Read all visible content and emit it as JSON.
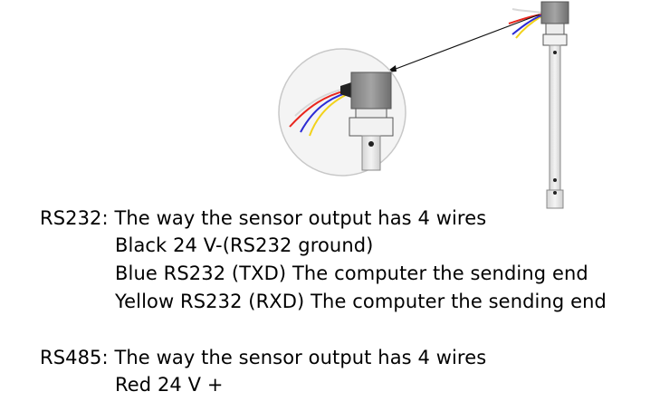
{
  "sections": [
    {
      "label": "RS232:",
      "heading": "The way the sensor output has 4 wires",
      "wires": [
        "Black 24 V-(RS232 ground)",
        "Blue RS232 (TXD) The computer the sending end",
        "Yellow RS232 (RXD) The computer the sending end"
      ]
    },
    {
      "label": "RS485:",
      "heading": "The way the sensor output has 4 wires",
      "wires": [
        "Red 24 V +"
      ]
    }
  ],
  "colors": {
    "wire_red": "#e8251d",
    "wire_blue": "#2b2bd6",
    "wire_yellow": "#f2d21b",
    "wire_white": "#d8d8d8",
    "housing": "#8c8c8c",
    "rod": "#e8e8e8",
    "circle_fill": "#f4f4f4",
    "circle_stroke": "#c8c8c8"
  }
}
